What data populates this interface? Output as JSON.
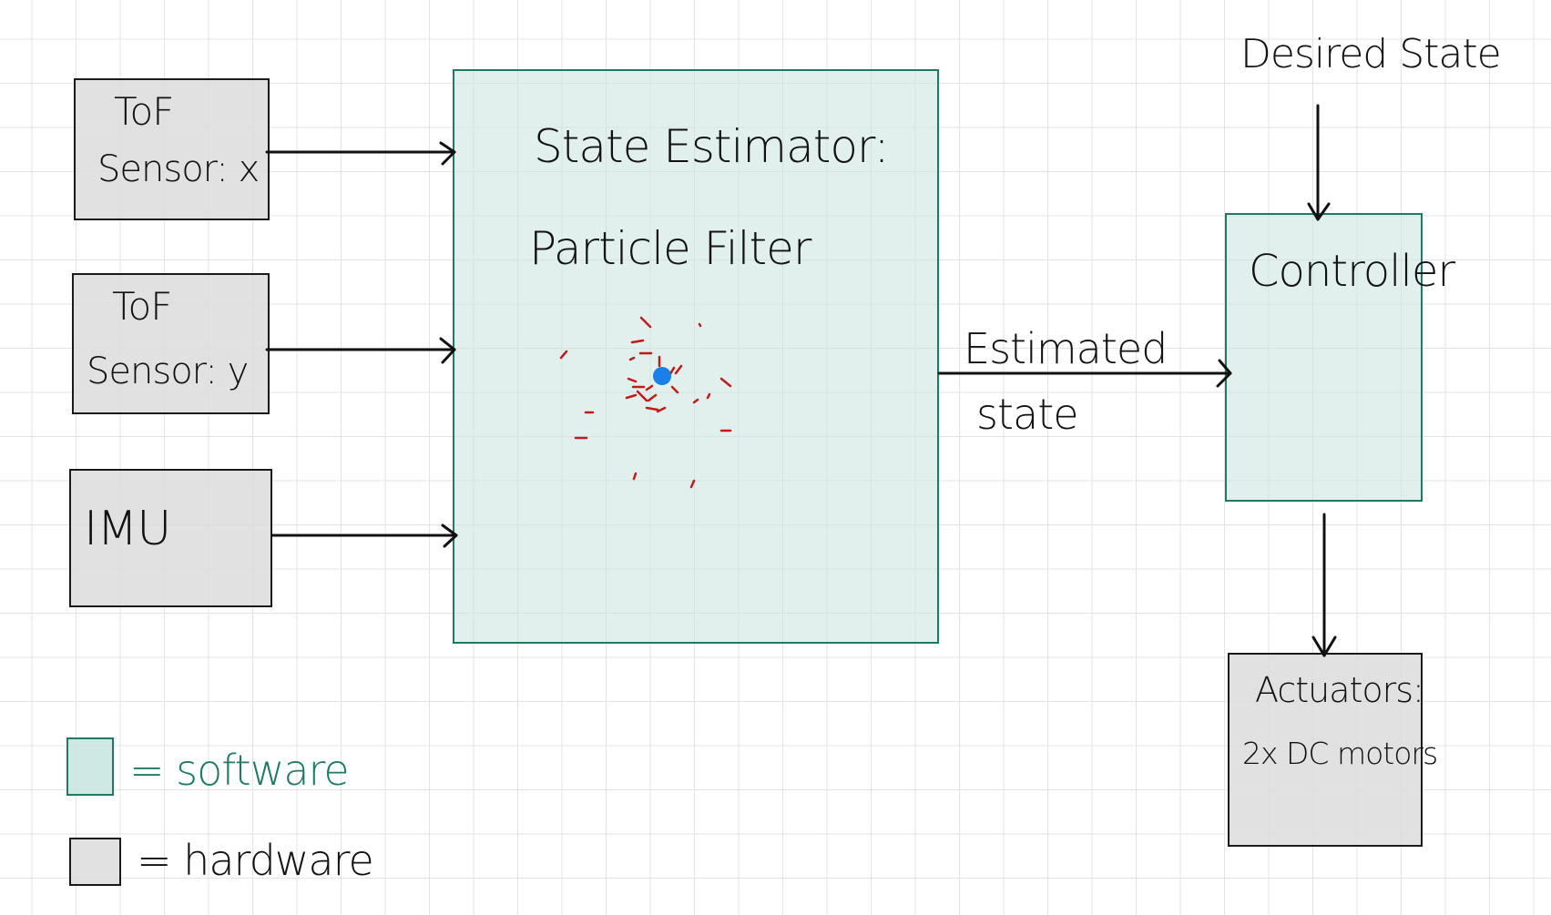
{
  "blocks": {
    "tof_x": {
      "line1": "ToF",
      "line2": "Sensor: x"
    },
    "tof_y": {
      "line1": "ToF",
      "line2": "Sensor: y"
    },
    "imu": {
      "label": "IMU"
    },
    "estimator": {
      "line1": "State Estimator:",
      "line2": "Particle Filter"
    },
    "controller": {
      "label": "Controller"
    },
    "actuators": {
      "line1": "Actuators:",
      "line2": "2x DC motors"
    }
  },
  "edges": {
    "estimated_state": {
      "line1": "Estimated",
      "line2": "state"
    },
    "desired_state": {
      "label": "Desired State"
    }
  },
  "legend": {
    "software": "= software",
    "hardware": "= hardware"
  },
  "colors": {
    "software_border": "#1e7a62",
    "software_fill": "#e0efeb",
    "hardware_border": "#1a1a1a",
    "hardware_fill": "#dcdcdc",
    "particles": "#c21a1a",
    "estimate_dot": "#1a7fe6"
  }
}
